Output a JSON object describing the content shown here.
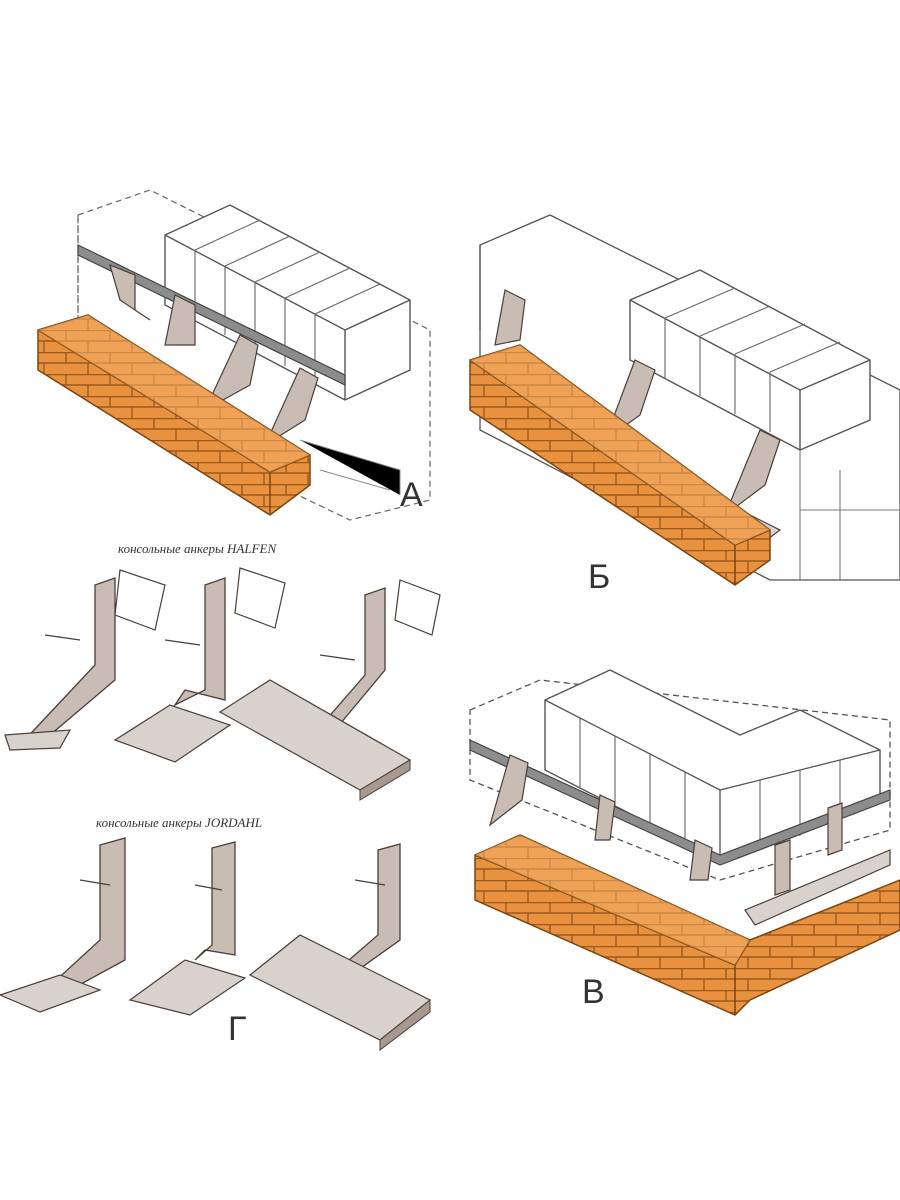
{
  "labels": {
    "a": "А",
    "b": "Б",
    "v": "В",
    "g": "Г"
  },
  "captions": {
    "halfen": "консольные анкеры HALFEN",
    "jordahl": "консольные анкеры JORDAHL"
  },
  "colors": {
    "brick": "#e8913f",
    "brick_top": "#f4b06a",
    "brick_line": "#9a5a1e",
    "block": "#ffffff",
    "line": "#555555",
    "steel": "#c9bcb4",
    "steel_dark": "#7a6a62"
  }
}
